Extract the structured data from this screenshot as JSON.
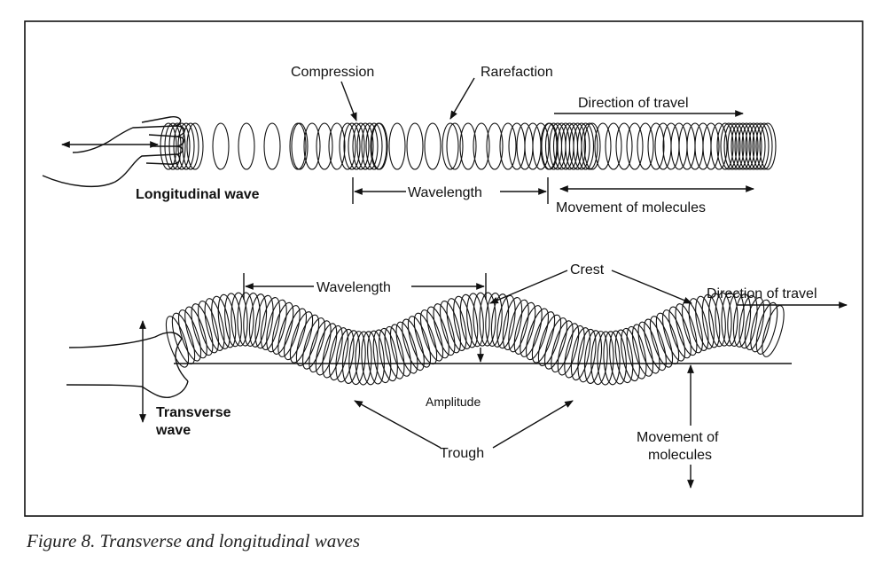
{
  "labels": {
    "compression": "Compression",
    "rarefaction": "Rarefaction",
    "direction_top": "Direction of travel",
    "longitudinal": "Longitudinal wave",
    "wavelength_top": "Wavelength",
    "movement_top": "Movement of  molecules",
    "crest": "Crest",
    "wavelength_bottom": "Wavelength",
    "direction_bottom": "Direction of travel",
    "amplitude": "Amplitude",
    "transverse_line1": "Transverse",
    "transverse_line2": "wave",
    "trough": "Trough",
    "movement_bottom_line1": "Movement of",
    "movement_bottom_line2": "molecules"
  },
  "caption": "Figure 8. Transverse and longitudinal waves"
}
